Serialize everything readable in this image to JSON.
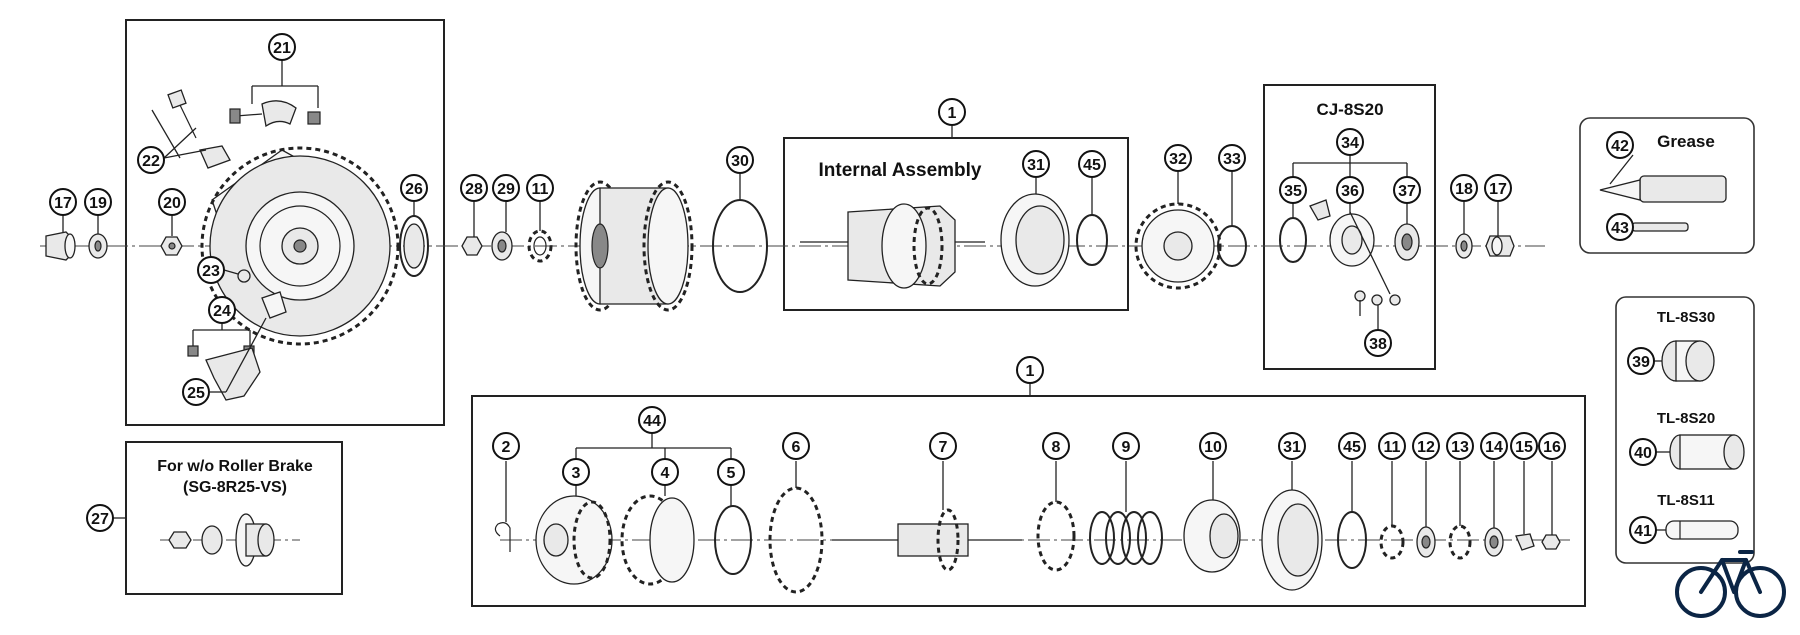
{
  "titles": {
    "internal_assembly": "Internal Assembly",
    "cj": "CJ-8S20",
    "grease": "Grease",
    "tl30": "TL-8S30",
    "tl20": "TL-8S20",
    "tl11": "TL-8S11",
    "roller_line1": "For w/o Roller Brake",
    "roller_line2": "(SG-8R25-VS)"
  },
  "callouts": {
    "c21": "21",
    "c22": "22",
    "c20": "20",
    "c23": "23",
    "c24": "24",
    "c25": "25",
    "c17a": "17",
    "c19": "19",
    "c26": "26",
    "c28": "28",
    "c29": "29",
    "c11a": "11",
    "c30": "30",
    "c1a": "1",
    "c31a": "31",
    "c45a": "45",
    "c32": "32",
    "c33": "33",
    "c34": "34",
    "c35": "35",
    "c36": "36",
    "c37": "37",
    "c38": "38",
    "c18": "18",
    "c17b": "17",
    "c42": "42",
    "c43": "43",
    "c39": "39",
    "c40": "40",
    "c41": "41",
    "c27": "27",
    "c1b": "1",
    "c2": "2",
    "c44": "44",
    "c3": "3",
    "c4": "4",
    "c5": "5",
    "c6": "6",
    "c7": "7",
    "c8": "8",
    "c9": "9",
    "c10": "10",
    "c31b": "31",
    "c45b": "45",
    "c11b": "11",
    "c12": "12",
    "c13": "13",
    "c14": "14",
    "c15": "15",
    "c16": "16"
  },
  "icons": {
    "logo": "bicycle-icon"
  },
  "colors": {
    "line": "#222222",
    "fill": "#e9e9e9"
  }
}
